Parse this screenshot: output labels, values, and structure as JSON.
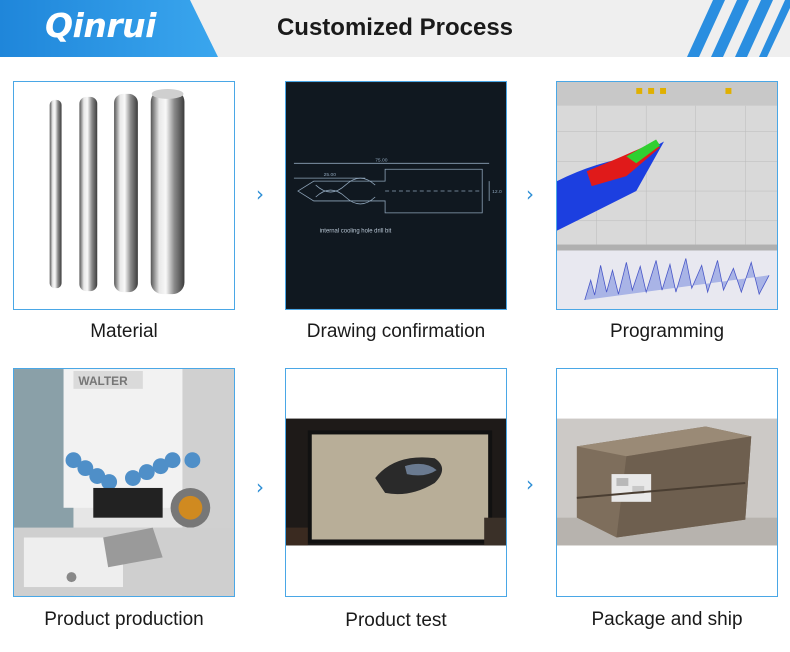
{
  "header": {
    "brand": "Qinrui",
    "title": "Customized Process"
  },
  "steps": [
    {
      "label": "Material"
    },
    {
      "label": "Drawing confirmation"
    },
    {
      "label": "Programming"
    },
    {
      "label": "Product production"
    },
    {
      "label": "Product test"
    },
    {
      "label": "Package and ship"
    }
  ],
  "arrow_glyph": "›",
  "drawing": {
    "dim_total": "75.00",
    "dim_flute": "25.00",
    "dim_diameter": "12.0",
    "caption": "internal cooling hole drill bit"
  },
  "colors": {
    "brand_blue": "#2a8ee0",
    "card_border": "#4aa7e6",
    "header_bg": "#efefef"
  }
}
